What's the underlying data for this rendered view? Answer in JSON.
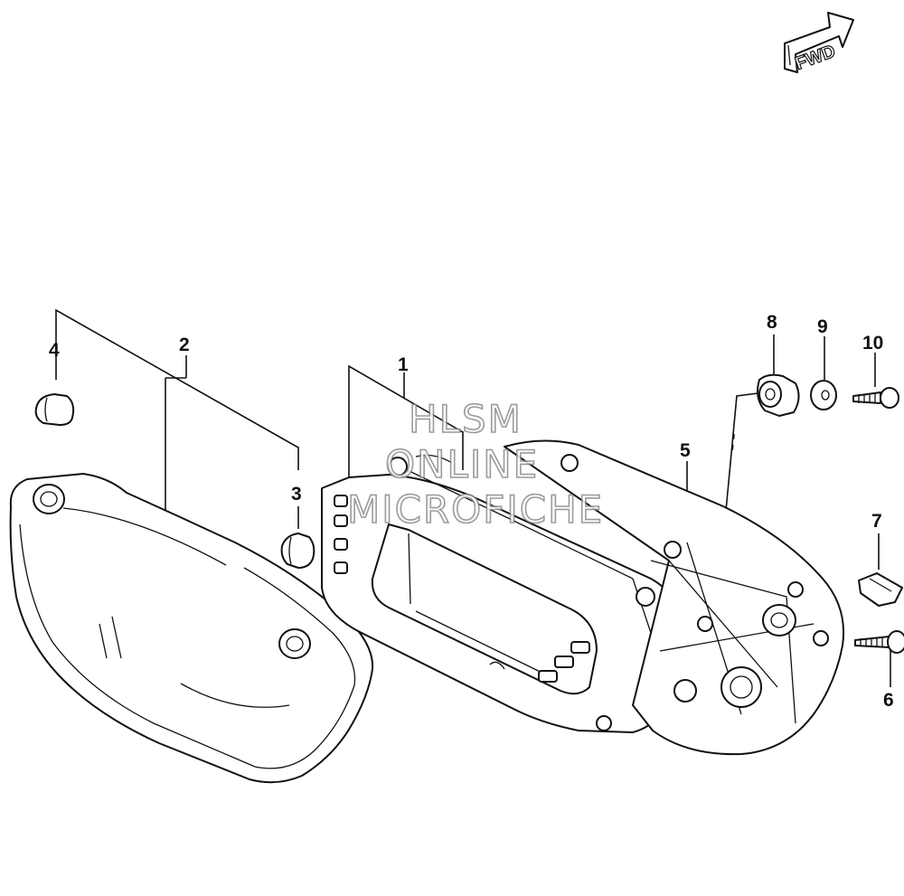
{
  "direction_badge": {
    "label": "FWD"
  },
  "watermark": {
    "lines": [
      "HLSM",
      "ONLINE",
      "MICROFICHE"
    ]
  },
  "callouts": [
    "1",
    "2",
    "3",
    "4",
    "5",
    "6",
    "7",
    "8",
    "9",
    "10"
  ]
}
